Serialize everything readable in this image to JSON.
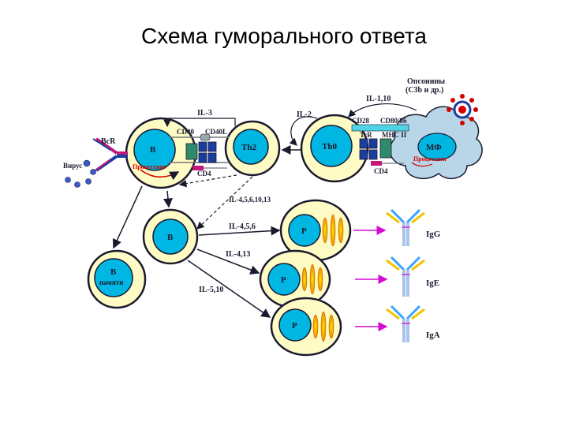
{
  "title": "Схема  гуморального ответа",
  "labels": {
    "il3": "IL-3",
    "il2": "IL-2",
    "il110": "IL-1,10",
    "cd40": "CD40",
    "cd40l": "CD40L",
    "cd28": "CD28",
    "cd8086": "CD80/86",
    "tcr": "TcR",
    "mhc": "MHC II",
    "cd4a": "CD4",
    "cd4b": "CD4",
    "bcr": "BcR",
    "virus": "Вирус",
    "opsonins1": "Опсонины",
    "opsonins2": "(C3b и др.)",
    "il4561013": "IL-4,5,6,10,13",
    "il456": "IL-4,5,6",
    "il413": "IL-4,13",
    "il510": "IL-5,10",
    "process1": "Процессинг",
    "process2": "Процессинг"
  },
  "cells": {
    "b_main": "B",
    "th2": "Th2",
    "th0": "Th0",
    "mf": "МФ",
    "b_mid": "B",
    "b_mem": "B",
    "b_mem_sub": "памяти",
    "p1": "P",
    "p2": "P",
    "p3": "P"
  },
  "antibodies": {
    "igg": "IgG",
    "ige": "IgE",
    "iga": "IgA"
  },
  "colors": {
    "cell_fill": "#fffbc4",
    "cell_ring": "#1a1a2e",
    "nucleus": "#00b6e3",
    "mf_fill": "#b9d5e8",
    "arrow_magenta": "#d40bd4",
    "yellow": "#f2c400",
    "orange": "#f08a00"
  }
}
